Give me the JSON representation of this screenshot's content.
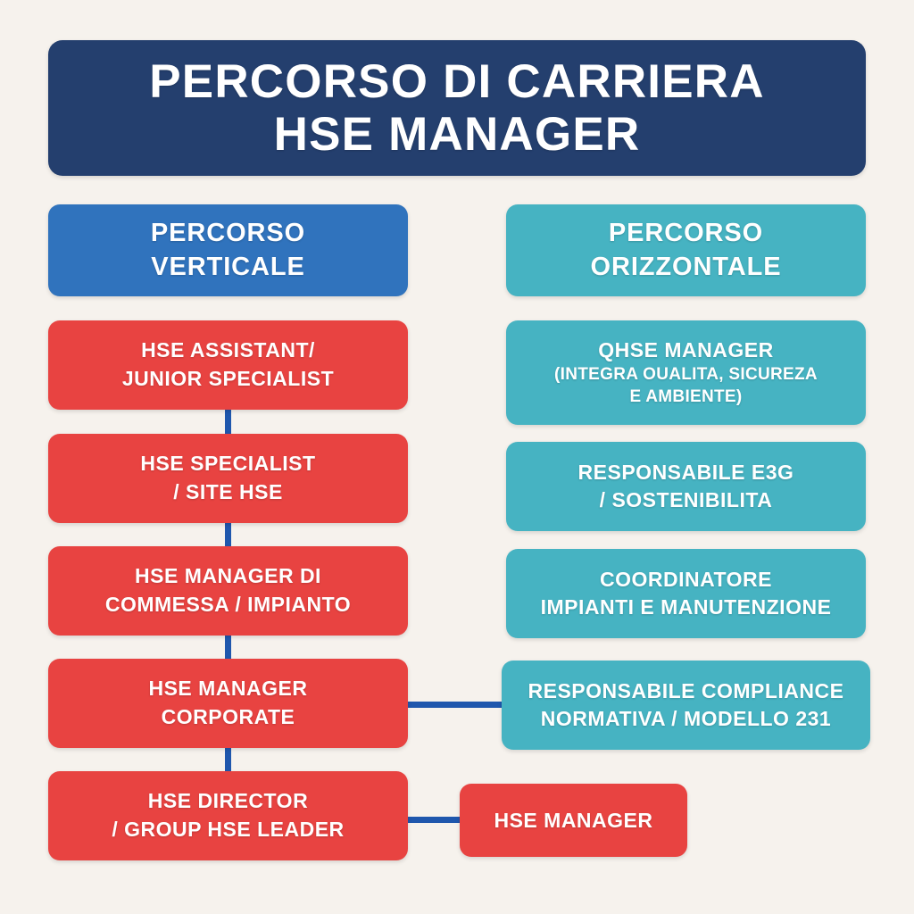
{
  "palette": {
    "background": "#f6f2ed",
    "navy": "#243f6e",
    "blue": "#3073bd",
    "teal": "#46b3c2",
    "red": "#e84341",
    "connector": "#1f57ad",
    "text": "#ffffff"
  },
  "title": {
    "line1": "PERCORSO DI CARRIERA",
    "line2": "HSE MANAGER"
  },
  "columns": {
    "left": {
      "header_line1": "PERCORSO",
      "header_line2": "VERTICALE"
    },
    "right": {
      "header_line1": "PERCORSO",
      "header_line2": "ORIZZONTALE"
    }
  },
  "vertical_path": [
    {
      "line1": "HSE ASSISTANT/",
      "line2": "JUNIOR SPECIALIST"
    },
    {
      "line1": "HSE SPECIALIST",
      "line2": "/ SITE HSE"
    },
    {
      "line1": "HSE MANAGER DI",
      "line2": "COMMESSA / IMPIANTO"
    },
    {
      "line1": "HSE MANAGER",
      "line2": "CORPORATE"
    },
    {
      "line1": "HSE DIRECTOR",
      "line2": "/ GROUP HSE LEADER"
    }
  ],
  "horizontal_path": [
    {
      "line1": "QHSE MANAGER",
      "line2": "(INTEGRA OUALITA, SICUREZA",
      "line3": "E AMBIENTE)"
    },
    {
      "line1": "RESPONSABILE E3G",
      "line2": "/ SOSTENIBILITA"
    },
    {
      "line1": "COORDINATORE",
      "line2": "IMPIANTI E MANUTENZIONE"
    },
    {
      "line1": "RESPONSABILE COMPLIANCE",
      "line2": "NORMATIVA / MODELLO 231"
    }
  ],
  "side_node": {
    "label": "HSE MANAGER"
  }
}
